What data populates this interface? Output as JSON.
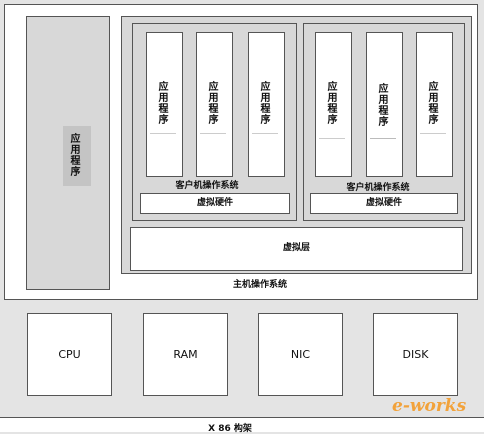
{
  "apps": {
    "host_app": "应用程序",
    "guest1": [
      "应用程序",
      "应用程序",
      "应用程序"
    ],
    "guest2": [
      "应用程序",
      "应用程序",
      "应用程序"
    ]
  },
  "guest_os_label": "客户机操作系统",
  "virtual_hw_label": "虚拟硬件",
  "virtual_layer_label": "虚拟层",
  "host_os_label": "主机操作系统",
  "hardware": [
    "CPU",
    "RAM",
    "NIC",
    "DISK"
  ],
  "bottom_label": "X 86 构架",
  "watermark": "e-works"
}
